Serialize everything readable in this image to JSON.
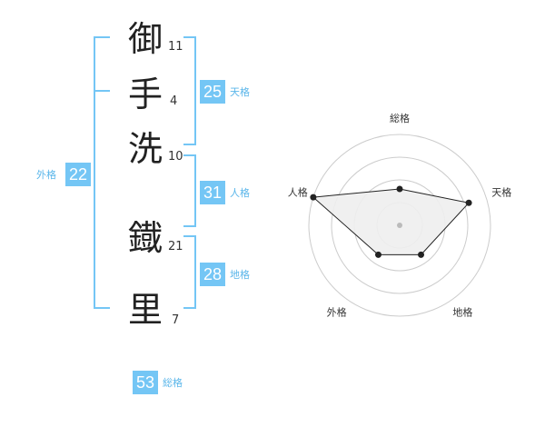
{
  "name": {
    "chars": [
      {
        "char": "御",
        "strokes": "11"
      },
      {
        "char": "手",
        "strokes": "4"
      },
      {
        "char": "洗",
        "strokes": "10"
      },
      {
        "char": "鐡",
        "strokes": "21"
      },
      {
        "char": "里",
        "strokes": "7"
      }
    ]
  },
  "kaku": {
    "tenkaku": {
      "value": "25",
      "label": "天格"
    },
    "jinkaku": {
      "value": "31",
      "label": "人格"
    },
    "chikaku": {
      "value": "28",
      "label": "地格"
    },
    "gaikaku": {
      "value": "22",
      "label": "外格"
    },
    "soukaku": {
      "value": "53",
      "label": "総格"
    }
  },
  "chart_data": {
    "type": "radar",
    "axes": [
      "総格",
      "天格",
      "地格",
      "外格",
      "人格"
    ],
    "levels": 4,
    "values": [
      2,
      4,
      2,
      2,
      5
    ],
    "max": 5,
    "colors": {
      "fill": "#eeeeee",
      "line": "#222222",
      "grid": "#cccccc",
      "center": "#bbbbbb"
    }
  },
  "colors": {
    "accent": "#74c6f5",
    "label": "#5ab6ea"
  }
}
